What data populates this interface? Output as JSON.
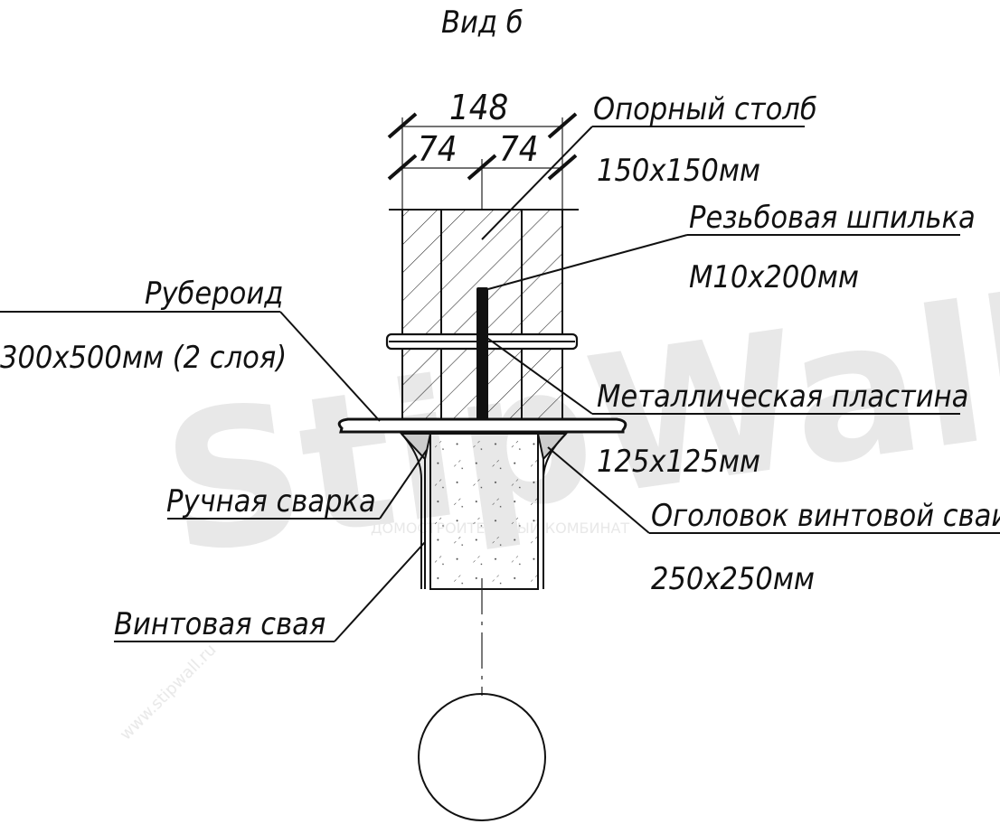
{
  "title": "Вид б",
  "dimensions": {
    "total": "148",
    "left_half": "74",
    "right_half": "74"
  },
  "labels": {
    "post": {
      "name": "Опорный столб",
      "size": "150х150мм"
    },
    "stud": {
      "name": "Резьбовая шпилька",
      "size": "М10х200мм"
    },
    "roofing": {
      "name": "Рубероид",
      "size": "300х500мм (2 слоя)"
    },
    "plate": {
      "name": "Металлическая пластина",
      "size": "125х125мм"
    },
    "welding": {
      "name": "Ручная сварка"
    },
    "pile_head": {
      "name": "Оголовок винтовой сваи",
      "size": "250х250мм"
    },
    "pile": {
      "name": "Винтовая свая"
    }
  },
  "watermark": {
    "site": "www.stipwall.ru",
    "company": "ДОМОСТРОИТЕЛЬНЫЙ КОМБИНАТ"
  },
  "colors": {
    "ink": "#111111",
    "watermark": "#e6e6e6"
  }
}
